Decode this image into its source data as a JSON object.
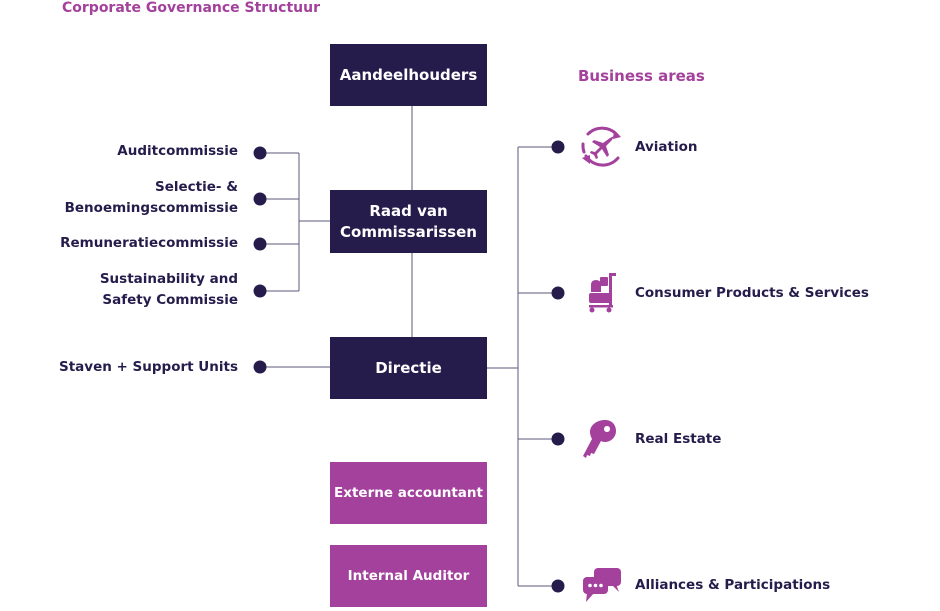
{
  "title": "Corporate Governance Structuur",
  "business_areas_title": "Business areas",
  "boxes": {
    "shareholders": "Aandeelhouders",
    "supervisory_board_line1": "Raad van",
    "supervisory_board_line2": "Commissarissen",
    "board": "Directie",
    "external_accountant": "Externe accountant",
    "internal_auditor": "Internal Auditor"
  },
  "committees": {
    "audit": "Auditcommissie",
    "selection_line1": "Selectie- &",
    "selection_line2": "Benoemingscommissie",
    "remuneration": "Remuneratiecommissie",
    "sustainability_line1": "Sustainability and",
    "sustainability_line2": "Safety Commissie",
    "staff": "Staven + Support Units"
  },
  "business_areas": {
    "aviation": {
      "label": "Aviation",
      "icon": "airplane-cycle-icon"
    },
    "consumer": {
      "label": "Consumer Products & Services",
      "icon": "shopping-trolley-icon"
    },
    "real_estate": {
      "label": "Real Estate",
      "icon": "key-icon"
    },
    "alliances": {
      "label": "Alliances & Participations",
      "icon": "speech-bubbles-icon"
    }
  },
  "colors": {
    "dark": "#261c4c",
    "accent": "#a3419c",
    "line": "#5a5a7a"
  }
}
